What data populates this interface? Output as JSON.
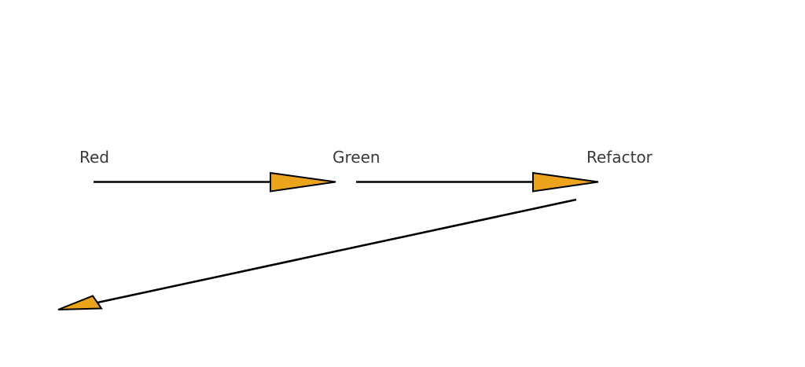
{
  "diagram": {
    "kind": "tdd-cycle-flow",
    "phases": [
      {
        "label": "Red"
      },
      {
        "label": "Green"
      },
      {
        "label": "Refactor"
      }
    ],
    "arrows": [
      {
        "name": "red-to-green",
        "from": "Red",
        "to": "Green",
        "direction": "right"
      },
      {
        "name": "green-to-refactor",
        "from": "Green",
        "to": "Refactor",
        "direction": "right"
      },
      {
        "name": "refactor-back-to-red",
        "from": "Refactor",
        "to": "Red",
        "direction": "down-left"
      }
    ],
    "colors": {
      "arrow_fill": "#ECA41C",
      "arrow_outline": "#000000",
      "label_text": "#3A3A3A",
      "background": "#FFFFFF"
    }
  }
}
